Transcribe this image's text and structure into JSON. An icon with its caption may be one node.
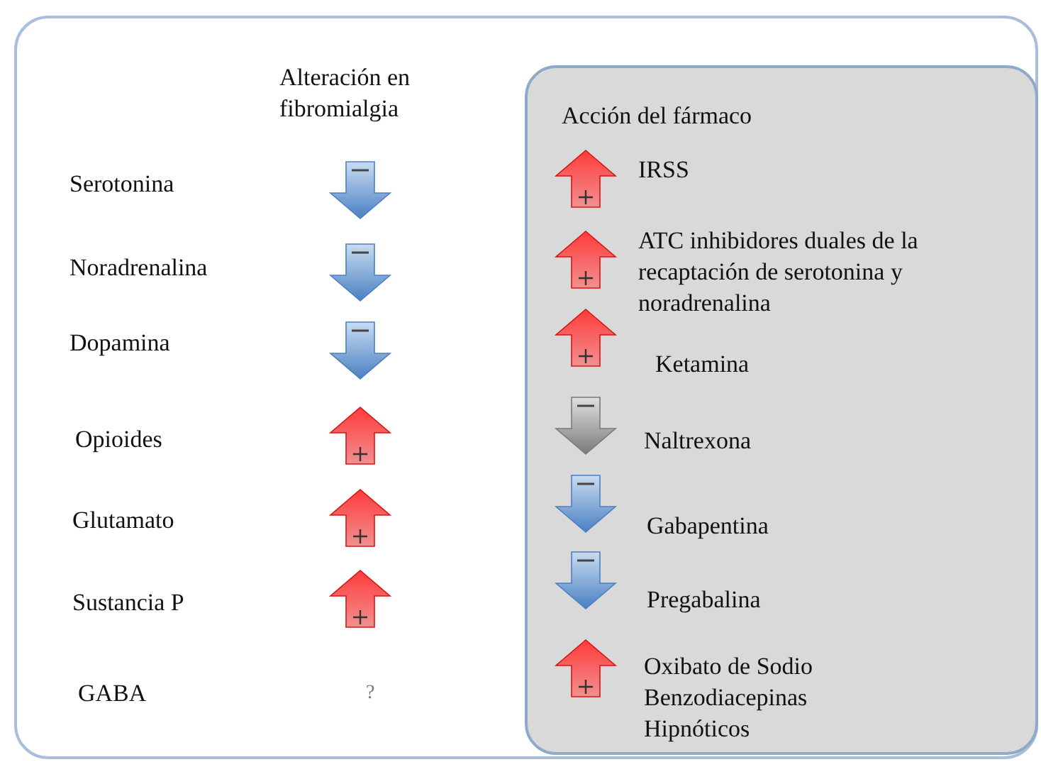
{
  "diagram": {
    "nodes": [
      {
        "text": [
          "Alteración en fibromialgia",
          "Serotonina",
          "Noradrenalina",
          "Dopamina",
          "Opioides",
          "Glutamato",
          "Sustancia P",
          "GABA",
          "?"
        ]
      },
      {
        "text": [
          "Acción del fármaco",
          "IRSS",
          "ATC inhibidores duales de la recaptación de serotonina y noradrenalina",
          "Ketamina",
          "Naltrexona",
          "Gabapentina",
          "Pregabalina",
          "Oxibato de Sodio Benzodiacepinas Hipnóticos"
        ],
        "in": 0
      }
    ]
  }
}
